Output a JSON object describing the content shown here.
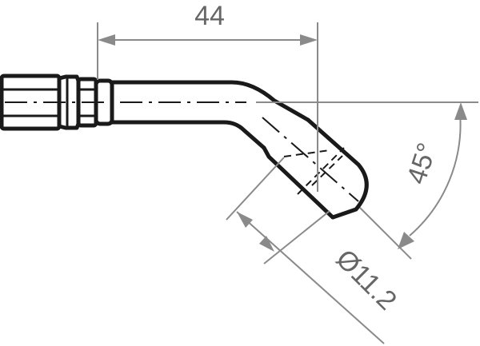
{
  "dimensions": {
    "length": "44",
    "angle": "45°",
    "diameter": "Ø11.2"
  },
  "colors": {
    "outline": "#1a1a1a",
    "dimension": "#8a8a8a",
    "dimension_text": "#666666",
    "background": "#ffffff"
  }
}
